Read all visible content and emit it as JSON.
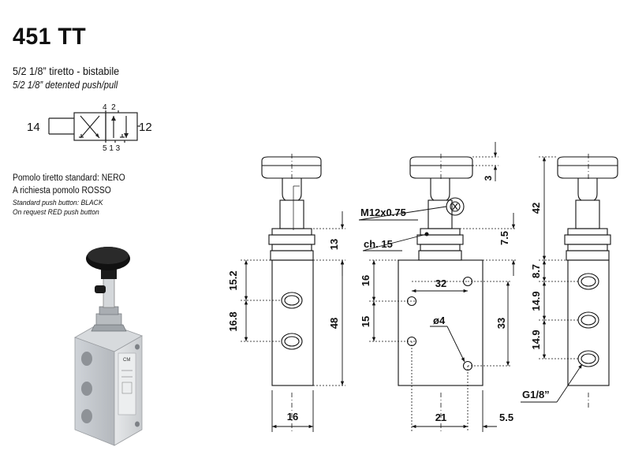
{
  "header": {
    "title": "451 TT",
    "subtitle_it": "5/2 1/8” tiretto - bistabile",
    "subtitle_en": "5/2 1/8” detented push/pull"
  },
  "notes": {
    "line1": "Pomolo tiretto standard: NERO",
    "line2": "A richiesta pomolo ROSSO",
    "line3": "Standard push button: BLACK",
    "line4": "On request RED push button"
  },
  "symbol": {
    "left_port": "14",
    "right_port": "12",
    "top_ports": "4  2",
    "bottom_ports": "5 1 3"
  },
  "dimensions": {
    "d_15_2": "15.2",
    "d_16_8": "16.8",
    "d_13": "13",
    "d_48": "48",
    "d_16_w": "16",
    "thread": "M12x0.75",
    "hex": "ch. 15",
    "d_7_5": "7.5",
    "d_3": "3",
    "d_16_v": "16",
    "d_15_v": "15",
    "d_32": "32",
    "d_33": "33",
    "d_hole": "ø4",
    "d_21": "21",
    "d_5_5": "5.5",
    "d_42": "42",
    "d_8_7": "8.7",
    "d_14_9a": "14.9",
    "d_14_9b": "14.9",
    "port_thread": "G1/8”"
  },
  "photo": {
    "label_text": "CM"
  }
}
